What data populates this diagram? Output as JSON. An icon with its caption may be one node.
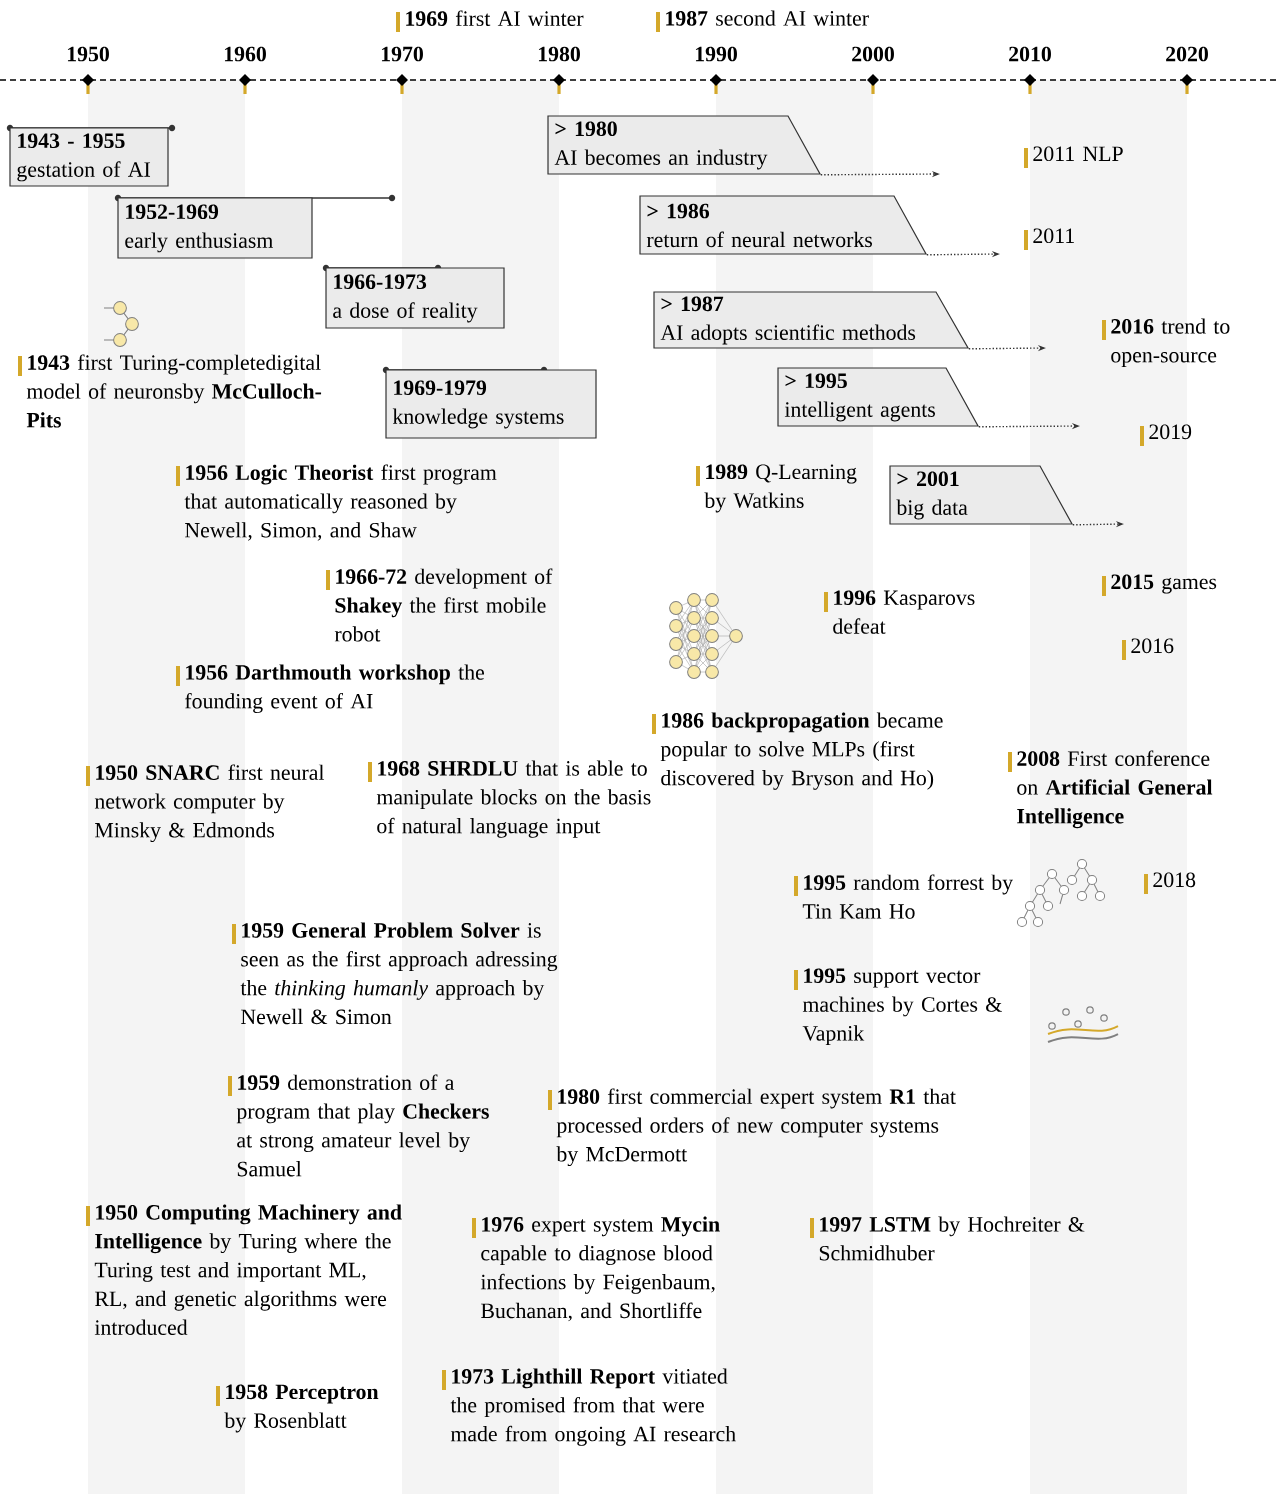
{
  "diagram": {
    "nodes": [
      {
        "text": [
          "1943 - 1955",
          "gestation of AI"
        ]
      },
      {
        "text": [
          "1952-1969",
          "early enthusiasm"
        ]
      },
      {
        "text": [
          "1966-1973",
          "a dose of reality"
        ]
      },
      {
        "text": [
          "1969-1979",
          "knowledge systems"
        ]
      },
      {
        "text": [
          "> 1980",
          "AI becomes an industry"
        ]
      },
      {
        "text": [
          "> 1986",
          "return of neural networks"
        ]
      },
      {
        "text": [
          "> 1987",
          "AI adopts scientific methods"
        ]
      },
      {
        "text": [
          "> 1995",
          "intelligent agents"
        ]
      },
      {
        "text": [
          "> 2001",
          "big data"
        ]
      }
    ],
    "edges": [
      {
        "from": 4,
        "to": null,
        "arrow": "to",
        "style": "dashed"
      },
      {
        "from": 5,
        "to": null,
        "arrow": "to",
        "style": "dashed"
      },
      {
        "from": 6,
        "to": null,
        "arrow": "to",
        "style": "dashed"
      },
      {
        "from": 7,
        "to": null,
        "arrow": "to",
        "style": "dashed"
      },
      {
        "from": 8,
        "to": null,
        "arrow": "to",
        "style": "dashed"
      }
    ],
    "labels": [
      "**1969** first AI winter",
      "**1987** second AI winter",
      "1950",
      "1960",
      "1970",
      "1980",
      "1990",
      "2000",
      "2010",
      "2020",
      "2011 NLP",
      "2011",
      "**2016** trend to open-source",
      "**1943** first Turing-completedigital model of neuronsby **McCulloch-Pits**",
      "2019",
      "**1956 Logic Theorist** first program that automatically reasoned by Newell, Simon, and Shaw",
      "**1989** Q-Learning by Watkins",
      "**2015** games",
      "**1966-72** development of **Shakey** the first mobile robot",
      "**1996** Kasparovs defeat",
      "2016",
      "**1956 Darthmouth workshop** the founding event of AI",
      "**1950 SNARC** first neural network computer by Minsky & Edmonds",
      "**1968 SHRDLU** that is able to manipulate blocks on the basis of natural language input",
      "**1986 backpropagation** became popular to solve MLPs (first discovered by Bryson and Ho)",
      "**2008** First conference on **Artificial General Intelligence**",
      "2018",
      "**1995** random forrest by Tin Kam Ho",
      "**1959 General Problem Solver** is seen as the first approach adressing the *thinking humanly* approach by Newell & Simon",
      "**1995** support vector machines by Cortes & Vapnik",
      "**1959** demonstration of a program that play **Checkers** at strong amateur level by Samuel",
      "**1980** first commercial expert system **R1** that processed orders of new computer systems by McDermott",
      "**1950 Computing Machinery and Intelligence** by Turing where the Turing test and important ML, RL, and genetic algorithms were introduced",
      "**1976** expert system **Mycin** capable to diagnose blood infections by Feigenbaum, Buchanan, and Shortliffe",
      "**1997 LSTM** by Hochreiter & Schmidhuber",
      "**1973 Lighthill Report** vitiated the promised from that were made from ongoing AI research",
      "**1958 Perceptron** by Rosenblatt"
    ]
  }
}
